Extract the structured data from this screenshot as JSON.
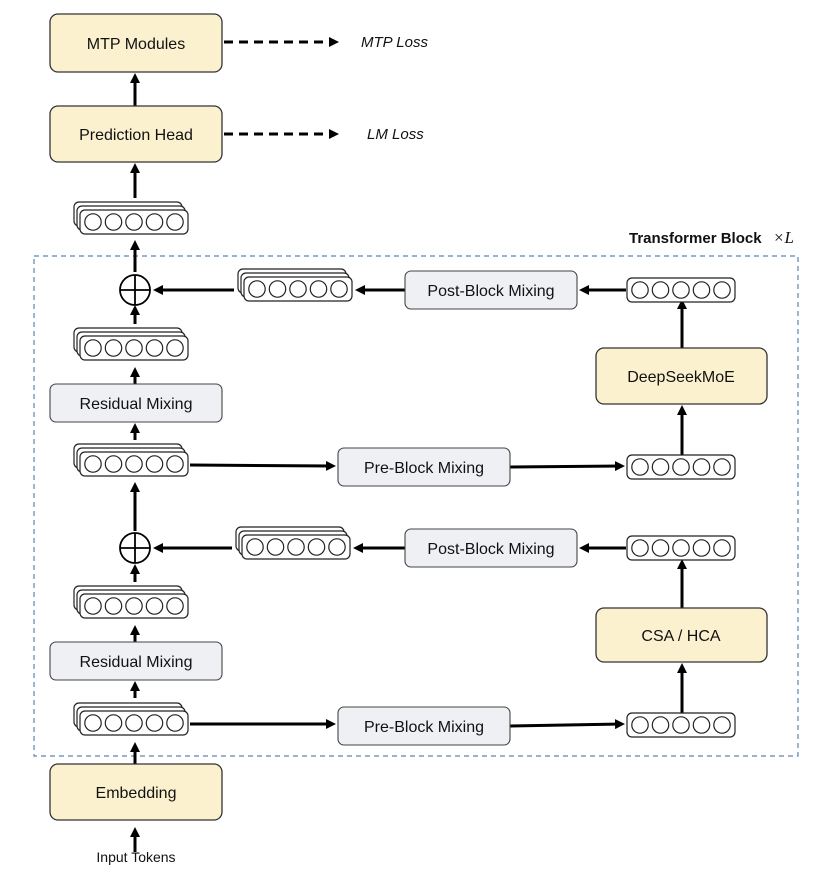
{
  "boxes": {
    "mtp_modules": "MTP Modules",
    "prediction_head": "Prediction Head",
    "residual_mixing_upper": "Residual Mixing",
    "residual_mixing_lower": "Residual Mixing",
    "pre_block_mixing_upper": "Pre-Block Mixing",
    "pre_block_mixing_lower": "Pre-Block Mixing",
    "post_block_mixing_upper": "Post-Block Mixing",
    "post_block_mixing_lower": "Post-Block Mixing",
    "deepseek_moe": "DeepSeekMoE",
    "csa_hca": "CSA / HCA",
    "embedding": "Embedding"
  },
  "outputs": {
    "mtp_loss": "MTP Loss",
    "lm_loss": "LM Loss"
  },
  "input_label": "Input Tokens",
  "block": {
    "title": "Transformer Block",
    "repeat": "×L"
  },
  "colors": {
    "module_fill": "#fcf1cf",
    "mixing_fill": "#eef0f4",
    "frame_stroke": "#5b86b5"
  }
}
